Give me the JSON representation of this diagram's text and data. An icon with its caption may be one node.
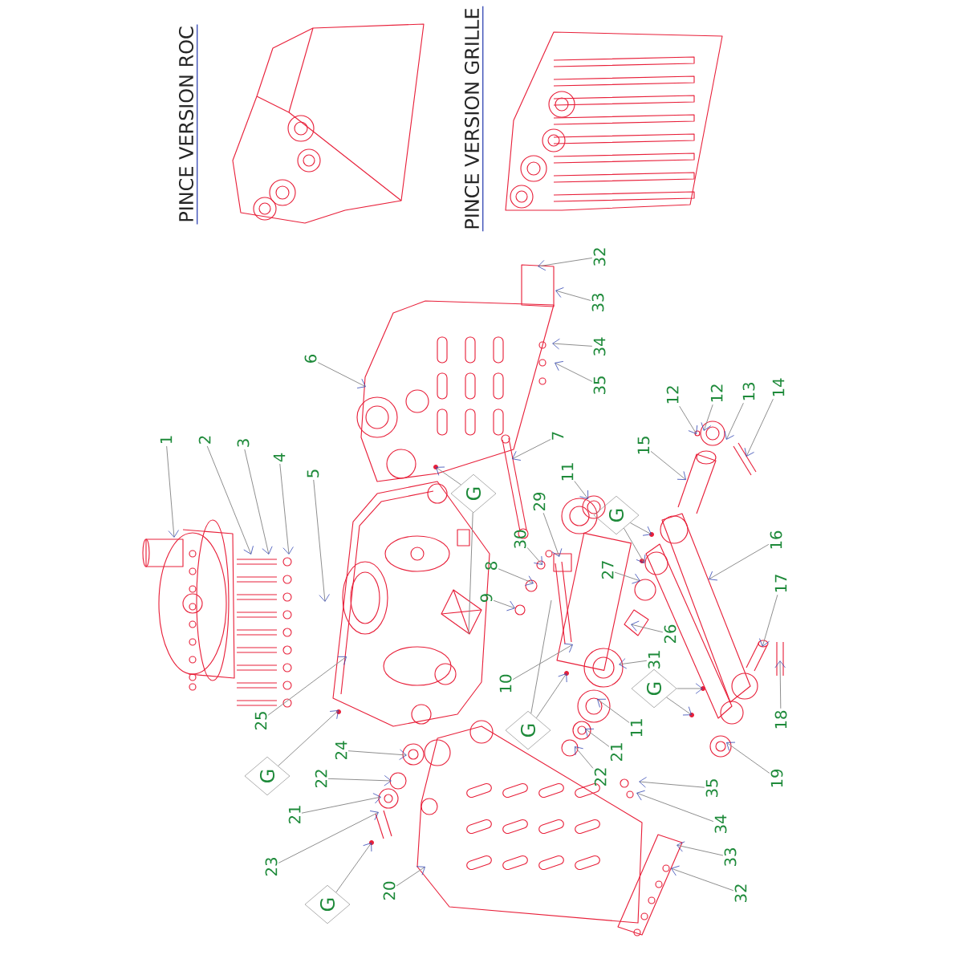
{
  "diagram": {
    "nodes": [
      {
        "text": [
          "1"
        ]
      },
      {
        "text": [
          "2"
        ]
      },
      {
        "text": [
          "3"
        ]
      },
      {
        "text": [
          "4"
        ]
      },
      {
        "text": [
          "5"
        ]
      },
      {
        "text": [
          "6"
        ]
      },
      {
        "text": [
          "7"
        ]
      },
      {
        "text": [
          "G"
        ]
      },
      {
        "text": [
          "11"
        ]
      },
      {
        "text": [
          "29"
        ]
      },
      {
        "text": [
          "30"
        ]
      },
      {
        "text": [
          "8"
        ]
      },
      {
        "text": [
          "9"
        ]
      },
      {
        "text": [
          "10"
        ]
      },
      {
        "text": [
          "G"
        ]
      },
      {
        "text": [
          "27"
        ]
      },
      {
        "text": [
          "26"
        ]
      },
      {
        "text": [
          "31"
        ]
      },
      {
        "text": [
          "11"
        ]
      },
      {
        "text": [
          "21"
        ]
      },
      {
        "text": [
          "22"
        ]
      },
      {
        "text": [
          "15"
        ]
      },
      {
        "text": [
          "12"
        ]
      },
      {
        "text": [
          "12"
        ]
      },
      {
        "text": [
          "13"
        ]
      },
      {
        "text": [
          "14"
        ]
      },
      {
        "text": [
          "G"
        ]
      },
      {
        "text": [
          "16"
        ]
      },
      {
        "text": [
          "17"
        ]
      },
      {
        "text": [
          "18"
        ]
      },
      {
        "text": [
          "G"
        ]
      },
      {
        "text": [
          "19"
        ]
      },
      {
        "text": [
          "25"
        ]
      },
      {
        "text": [
          "G"
        ]
      },
      {
        "text": [
          "24"
        ]
      },
      {
        "text": [
          "22"
        ]
      },
      {
        "text": [
          "21"
        ]
      },
      {
        "text": [
          "23"
        ]
      },
      {
        "text": [
          "G"
        ]
      },
      {
        "text": [
          "20"
        ]
      },
      {
        "text": [
          "32"
        ]
      },
      {
        "text": [
          "33"
        ]
      },
      {
        "text": [
          "34"
        ]
      },
      {
        "text": [
          "35"
        ]
      },
      {
        "text": [
          "35"
        ]
      },
      {
        "text": [
          "34"
        ]
      },
      {
        "text": [
          "33"
        ]
      },
      {
        "text": [
          "32"
        ]
      }
    ],
    "edges": [
      {
        "from": 0,
        "to": null,
        "arrow": "to"
      },
      {
        "from": 1,
        "to": null,
        "arrow": "to"
      },
      {
        "from": 2,
        "to": null,
        "arrow": "to"
      },
      {
        "from": 3,
        "to": null,
        "arrow": "to"
      },
      {
        "from": 4,
        "to": null,
        "arrow": "to"
      },
      {
        "from": 5,
        "to": null,
        "arrow": "to"
      },
      {
        "from": 6,
        "to": null,
        "arrow": "to"
      },
      {
        "from": 7,
        "to": null,
        "arrow": "to"
      },
      {
        "from": 7,
        "to": null,
        "arrow": "none"
      },
      {
        "from": 8,
        "to": null,
        "arrow": "to"
      },
      {
        "from": 9,
        "to": null,
        "arrow": "to"
      },
      {
        "from": 10,
        "to": null,
        "arrow": "to"
      },
      {
        "from": 11,
        "to": null,
        "arrow": "to"
      },
      {
        "from": 12,
        "to": null,
        "arrow": "to"
      },
      {
        "from": 13,
        "to": null,
        "arrow": "to"
      },
      {
        "from": 14,
        "to": null,
        "arrow": "to"
      },
      {
        "from": 14,
        "to": null,
        "arrow": "none"
      },
      {
        "from": 15,
        "to": null,
        "arrow": "to"
      },
      {
        "from": 16,
        "to": null,
        "arrow": "to"
      },
      {
        "from": 17,
        "to": null,
        "arrow": "to"
      },
      {
        "from": 18,
        "to": null,
        "arrow": "to"
      },
      {
        "from": 19,
        "to": null,
        "arrow": "to"
      },
      {
        "from": 20,
        "to": null,
        "arrow": "to"
      },
      {
        "from": 21,
        "to": null,
        "arrow": "to"
      },
      {
        "from": 22,
        "to": null,
        "arrow": "to"
      },
      {
        "from": 23,
        "to": null,
        "arrow": "to"
      },
      {
        "from": 24,
        "to": null,
        "arrow": "to"
      },
      {
        "from": 25,
        "to": null,
        "arrow": "to"
      },
      {
        "from": 26,
        "to": null,
        "arrow": "to"
      },
      {
        "from": 26,
        "to": null,
        "arrow": "to"
      },
      {
        "from": 27,
        "to": null,
        "arrow": "to"
      },
      {
        "from": 28,
        "to": null,
        "arrow": "to"
      },
      {
        "from": 29,
        "to": null,
        "arrow": "to"
      },
      {
        "from": 30,
        "to": null,
        "arrow": "to"
      },
      {
        "from": 30,
        "to": null,
        "arrow": "to"
      },
      {
        "from": 31,
        "to": null,
        "arrow": "to"
      },
      {
        "from": 32,
        "to": null,
        "arrow": "to"
      },
      {
        "from": 33,
        "to": null,
        "arrow": "to"
      },
      {
        "from": 34,
        "to": null,
        "arrow": "to"
      },
      {
        "from": 35,
        "to": null,
        "arrow": "to"
      },
      {
        "from": 36,
        "to": null,
        "arrow": "to"
      },
      {
        "from": 37,
        "to": null,
        "arrow": "to"
      },
      {
        "from": 38,
        "to": null,
        "arrow": "to"
      },
      {
        "from": 39,
        "to": null,
        "arrow": "to"
      },
      {
        "from": 40,
        "to": null,
        "arrow": "to"
      },
      {
        "from": 41,
        "to": null,
        "arrow": "to"
      },
      {
        "from": 42,
        "to": null,
        "arrow": "to"
      },
      {
        "from": 43,
        "to": null,
        "arrow": "to"
      },
      {
        "from": 44,
        "to": null,
        "arrow": "to"
      },
      {
        "from": 45,
        "to": null,
        "arrow": "to"
      },
      {
        "from": 46,
        "to": null,
        "arrow": "to"
      },
      {
        "from": 47,
        "to": null,
        "arrow": "to"
      }
    ],
    "labels": [
      "PINCE VERSION ROC",
      "PINCE VERSION GRILLE"
    ]
  }
}
